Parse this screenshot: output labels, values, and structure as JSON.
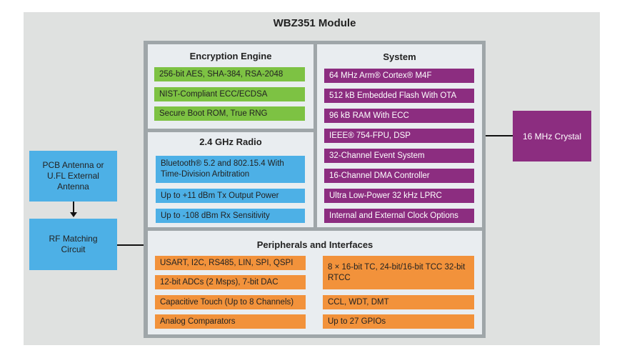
{
  "title": "WBZ351 Module",
  "encryption": {
    "title": "Encryption Engine",
    "items": [
      "256-bit AES, SHA-384, RSA-2048",
      "NIST-Compliant ECC/ECDSA",
      "Secure Boot ROM, True RNG"
    ]
  },
  "radio": {
    "title": "2.4 GHz Radio",
    "items": [
      "Bluetooth® 5.2 and 802.15.4 With Time-Division Arbitration",
      "Up to +11 dBm Tx Output Power",
      "Up to -108 dBm Rx Sensitivity"
    ]
  },
  "system": {
    "title": "System",
    "items": [
      "64 MHz Arm® Cortex® M4F",
      "512 kB Embedded Flash With OTA",
      "96 kB RAM With ECC",
      "IEEE® 754-FPU, DSP",
      "32-Channel Event System",
      "16-Channel DMA Controller",
      "Ultra Low-Power 32 kHz LPRC",
      "Internal and External Clock Options"
    ]
  },
  "peripherals": {
    "title": "Peripherals and Interfaces",
    "left": [
      "USART, I2C, RS485, LIN, SPI, QSPI",
      "12-bit ADCs (2 Msps), 7-bit DAC",
      "Capacitive Touch (Up to 8 Channels)",
      "Analog Comparators"
    ],
    "right": [
      "8 × 16-bit TC, 24-bit/16-bit TCC 32-bit RTCC",
      "CCL, WDT, DMT",
      "Up to 27 GPIOs"
    ]
  },
  "external": {
    "antenna": "PCB Antenna or U.FL External Antenna",
    "rf_matching": "RF Matching Circuit",
    "crystal": "16 MHz Crystal"
  },
  "colors": {
    "green": "#7dc243",
    "blue": "#4db0e6",
    "purple": "#8c2d80",
    "orange": "#f2923b"
  }
}
